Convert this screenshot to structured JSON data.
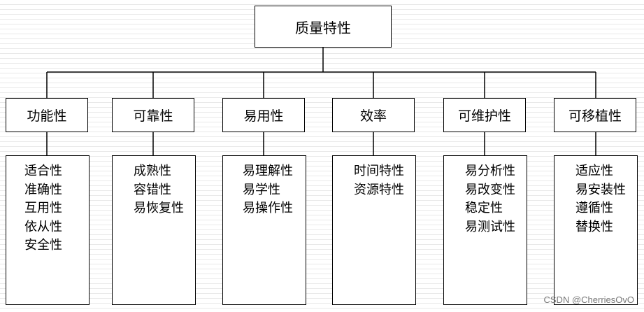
{
  "root": {
    "label": "质量特性"
  },
  "categories": [
    {
      "label": "功能性",
      "items": [
        "适合性",
        "准确性",
        "互用性",
        "依从性",
        "安全性"
      ]
    },
    {
      "label": "可靠性",
      "items": [
        "成熟性",
        "容错性",
        "易恢复性"
      ]
    },
    {
      "label": "易用性",
      "items": [
        "易理解性",
        "易学性",
        "易操作性"
      ]
    },
    {
      "label": "效率",
      "items": [
        "时间特性",
        "资源特性"
      ]
    },
    {
      "label": "可维护性",
      "items": [
        "易分析性",
        "易改变性",
        "稳定性",
        "易测试性"
      ]
    },
    {
      "label": "可移植性",
      "items": [
        "适应性",
        "易安装性",
        "遵循性",
        "替换性"
      ]
    }
  ],
  "watermark": "CSDN @CherriesOvO"
}
